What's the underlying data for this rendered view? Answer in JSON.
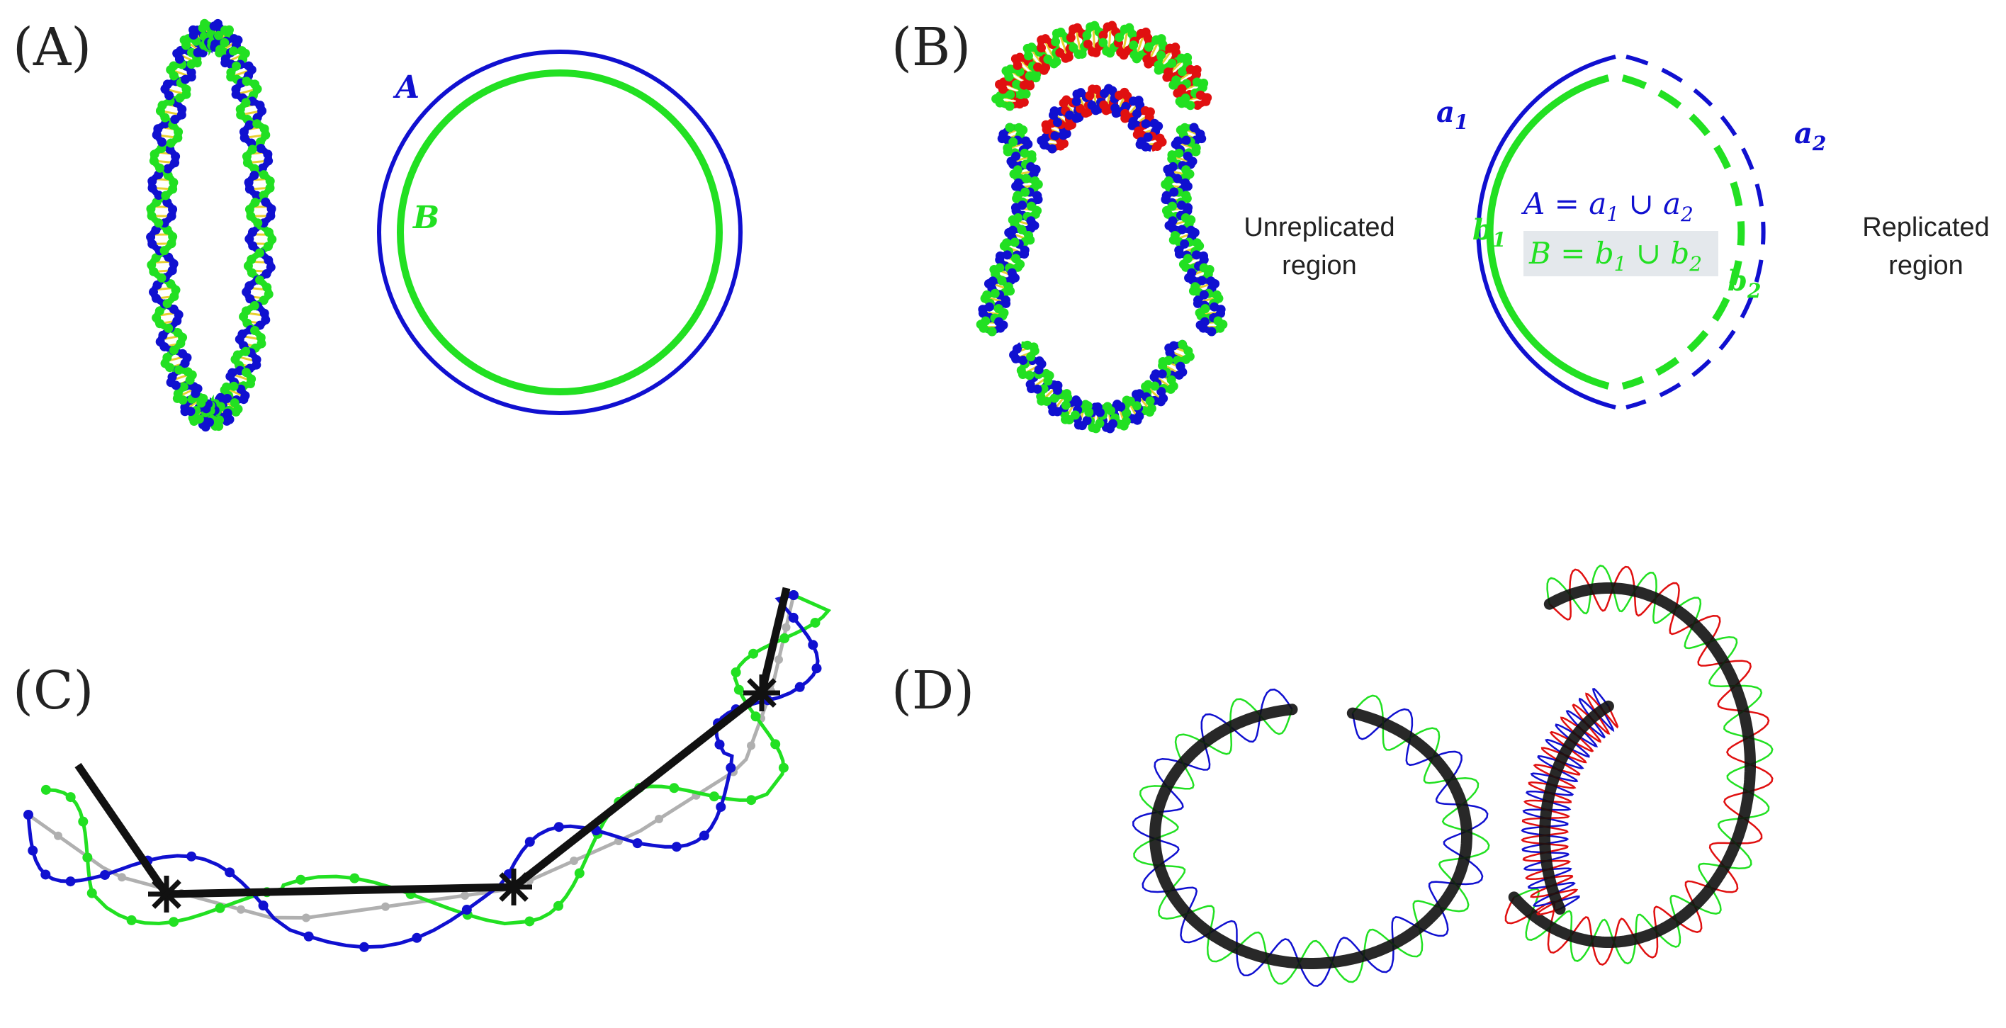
{
  "panels": {
    "a": {
      "label": "(A)",
      "strand_a": "A",
      "strand_b": "B"
    },
    "b": {
      "label": "(B)",
      "a1": "a",
      "a1_sub": "1",
      "a2": "a",
      "a2_sub": "2",
      "b1": "b",
      "b1_sub": "1",
      "b2": "b",
      "b2_sub": "2",
      "unreplicated_1": "Unreplicated",
      "unreplicated_2": "region",
      "replicated_1": "Replicated",
      "replicated_2": "region",
      "eq_a": "A = a",
      "eq_a_mid": "1",
      "eq_a_union": " ∪ a",
      "eq_a_end": "2",
      "eq_b": "B = b",
      "eq_b_mid": "1",
      "eq_b_union": " ∪ b",
      "eq_b_end": "2"
    },
    "c": {
      "label": "(C)"
    },
    "d": {
      "label": "(D)"
    }
  },
  "colors": {
    "blue": "#1010d0",
    "green": "#22e022",
    "red": "#e01010",
    "yellow": "#e8d030",
    "black": "#111111",
    "gray": "#b0b0b0",
    "highlight": "#e4e8ec"
  }
}
